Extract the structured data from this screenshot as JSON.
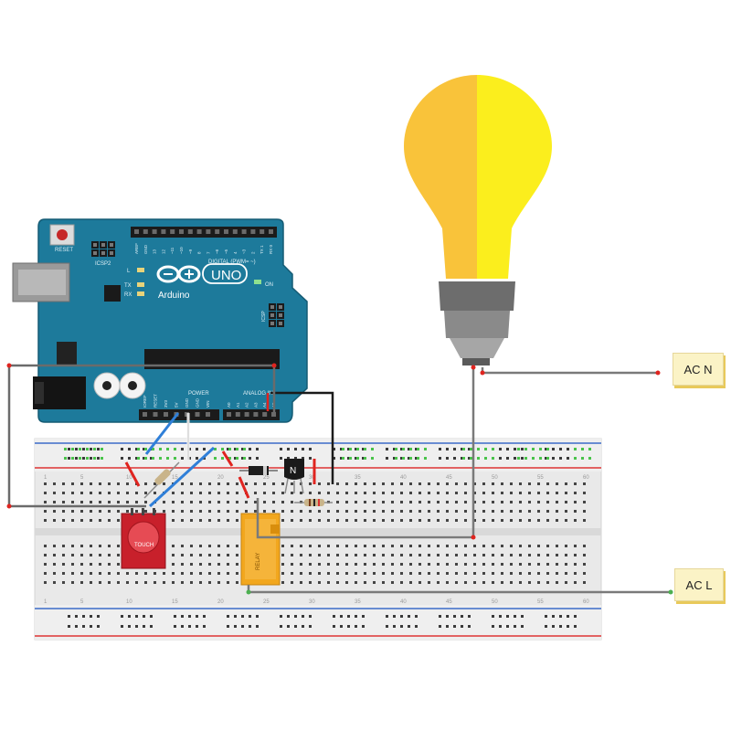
{
  "arduino": {
    "logo_text": "Arduino",
    "model_text": "UNO",
    "reset_label": "RESET",
    "icsp2_label": "ICSP2",
    "icsp_label": "ICSP",
    "digital_label": "DIGITAL (PWM= ~)",
    "power_label": "POWER",
    "analog_label": "ANALOG IN",
    "on_label": "ON",
    "led_labels": [
      "L",
      "TX",
      "RX"
    ],
    "digital_pins": [
      "AREF",
      "GND",
      "13",
      "12",
      "~11",
      "~10",
      "~9",
      "8",
      "7",
      "~6",
      "~5",
      "4",
      "~3",
      "2",
      "TX 1",
      "RX 0"
    ],
    "power_pins": [
      "IOREF",
      "RESET",
      "3V3",
      "5V",
      "GND",
      "GND",
      "VIN"
    ],
    "analog_pins": [
      "A0",
      "A1",
      "A2",
      "A3",
      "A4",
      "A5"
    ]
  },
  "touch_sensor": {
    "label": "TOUCH"
  },
  "transistor": {
    "label": "N"
  },
  "relay": {
    "label": "RELAY"
  },
  "breadboard": {
    "row_numbers": [
      "1",
      "5",
      "10",
      "15",
      "20",
      "25",
      "30",
      "35",
      "40",
      "45",
      "50",
      "55",
      "60"
    ]
  },
  "ac_labels": {
    "neutral": "AC N",
    "live": "AC L"
  },
  "colors": {
    "arduino_board": "#1d7a9b",
    "bulb_left": "#f9c33a",
    "bulb_right": "#fbee1d",
    "wire_blue": "#2f7fd8",
    "wire_red": "#e0241f",
    "wire_gray": "#7a7a7a",
    "relay_body": "#f2a71e",
    "touch_pad": "#d8202e"
  }
}
